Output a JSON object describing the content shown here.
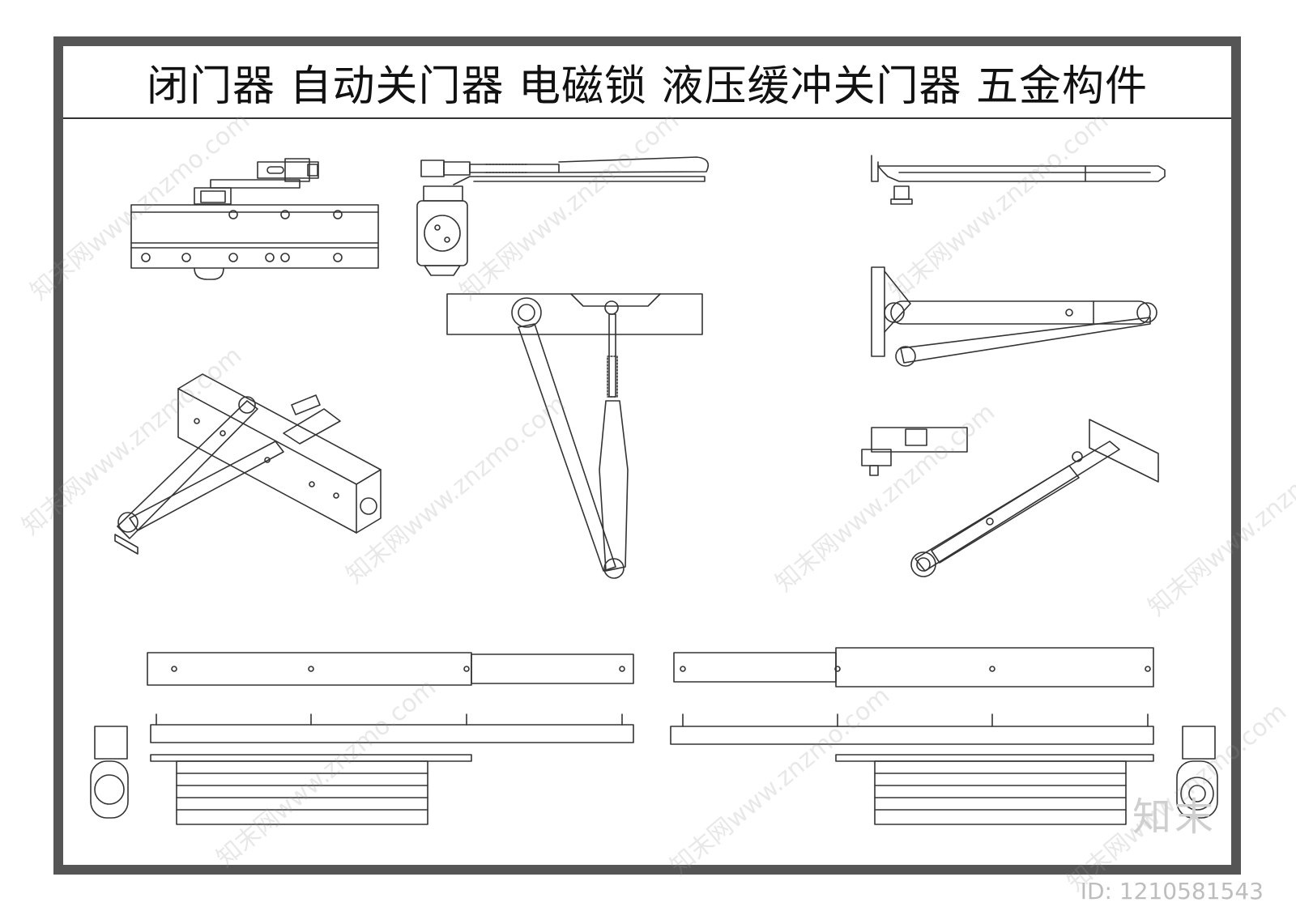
{
  "title": "闭门器  自动关门器  电磁锁  液压缓冲关门器  五金构件",
  "watermark": "知末网www.znzmo.com",
  "logo": "知末",
  "image_id": "ID: 1210581543",
  "colors": {
    "frame": "#555555",
    "line": "#333333",
    "background": "#ffffff"
  }
}
